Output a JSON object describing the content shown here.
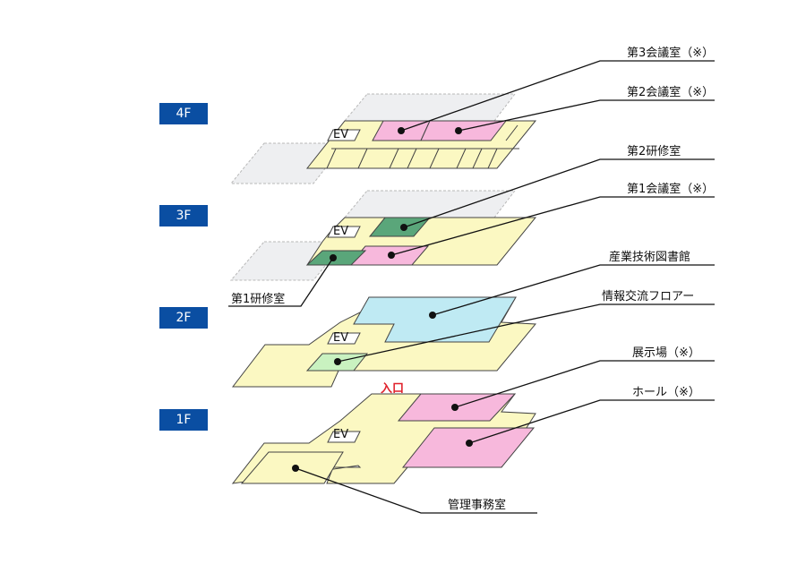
{
  "colors": {
    "badge": "#0a4ea2",
    "floor": "#fbf8c2",
    "pink": "#f7b8dc",
    "green_dark": "#5aa67a",
    "green_light": "#c9f2c0",
    "cyan": "#bfeaf3",
    "ghost": "#eeeff1",
    "entrance": "#e0202a"
  },
  "floors": [
    {
      "id": "4f",
      "label": "4F"
    },
    {
      "id": "3f",
      "label": "3F"
    },
    {
      "id": "2f",
      "label": "2F"
    },
    {
      "id": "1f",
      "label": "1F"
    }
  ],
  "ev_label": "EV",
  "entrance_label": "入口",
  "rooms": {
    "conf3": "第3会議室（※）",
    "conf2": "第2会議室（※）",
    "training2": "第2研修室",
    "conf1": "第1会議室（※）",
    "training1": "第1研修室",
    "library": "産業技術図書館",
    "info_floor": "情報交流フロアー",
    "exhibition": "展示場（※）",
    "hall": "ホール（※）",
    "admin": "管理事務室"
  }
}
